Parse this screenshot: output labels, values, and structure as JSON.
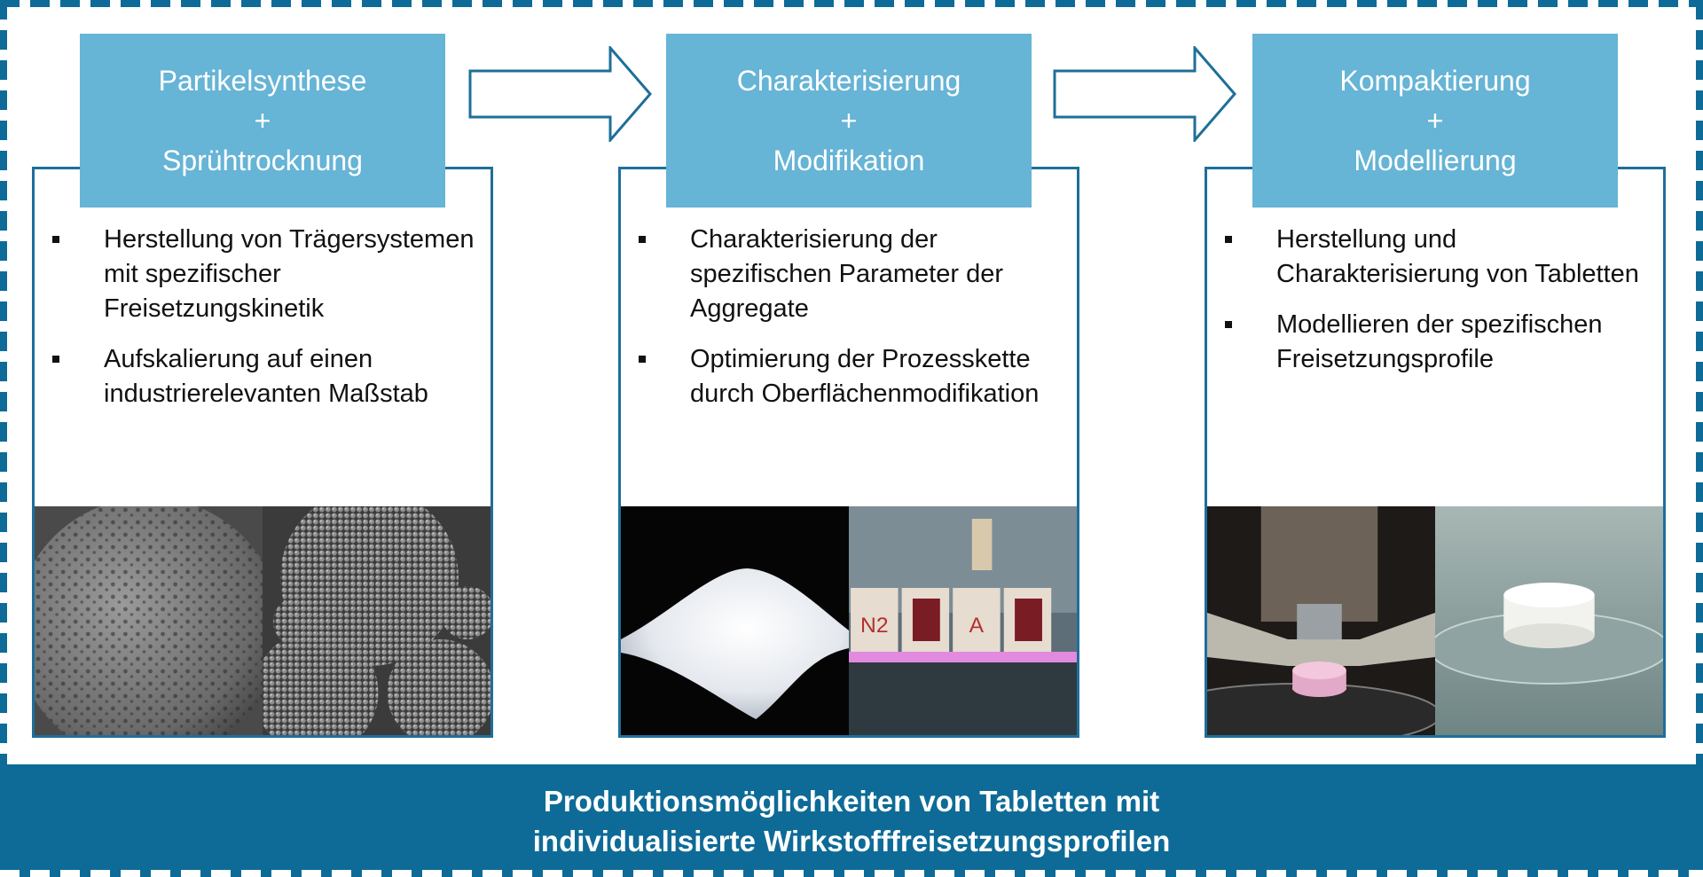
{
  "stages": [
    {
      "title_line1": "Partikelsynthese",
      "title_plus": "+",
      "title_line2": "Sprühtrocknung",
      "bullets": [
        "Herstellung von Trägersystemen mit spezifischer Freisetzungskinetik",
        "Aufskalierung auf einen industrierelevanten Maßstab"
      ]
    },
    {
      "title_line1": "Charakterisierung",
      "title_plus": "+",
      "title_line2": "Modifikation",
      "bullets": [
        "Charakterisierung der spezifischen Parameter der Aggregate",
        "Optimierung der Prozesskette durch Oberflächenmodifikation"
      ]
    },
    {
      "title_line1": "Kompaktierung",
      "title_plus": "+",
      "title_line2": "Modellierung",
      "bullets": [
        "Herstellung und Charakterisierung von Tabletten",
        "Modellieren der spezifischen Freisetzungsprofile"
      ]
    }
  ],
  "photo_labels": {
    "n2": "N2",
    "a": "A"
  },
  "banner": {
    "line1": "Produktionsmöglichkeiten von Tabletten mit",
    "line2": "individualisierte Wirkstofffreisetzungsprofilen"
  },
  "colors": {
    "frame": "#0e6b97",
    "header": "#66b4d6",
    "box_border": "#1e6f99",
    "banner": "#0e6b97"
  }
}
